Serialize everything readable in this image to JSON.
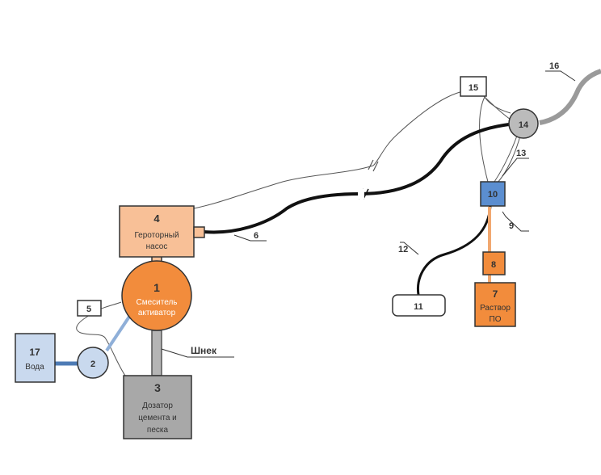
{
  "colors": {
    "orange": "#f28c3c",
    "light_orange": "#f8c097",
    "light_blue": "#c9d9ee",
    "blue": "#5b8ed0",
    "gray": "#bbbbbb",
    "dark_gray": "#a8a8a8",
    "pipe_blue": "#4d7bb5"
  },
  "nodes": {
    "n1": {
      "num": "1",
      "line1": "Смеситель",
      "line2": "активатор"
    },
    "n2": {
      "num": "2"
    },
    "n3": {
      "num": "3",
      "line1": "Дозатор",
      "line2": "цемента и",
      "line3": "песка"
    },
    "n4": {
      "num": "4",
      "line1": "Героторный",
      "line2": "насос"
    },
    "n5": {
      "num": "5"
    },
    "n7": {
      "num": "7",
      "line1": "Раствор",
      "line2": "ПО"
    },
    "n8": {
      "num": "8"
    },
    "n10": {
      "num": "10"
    },
    "n11": {
      "num": "11"
    },
    "n14": {
      "num": "14"
    },
    "n15": {
      "num": "15"
    },
    "n17": {
      "num": "17",
      "line1": "Вода"
    }
  },
  "labels": {
    "l6": "6",
    "l9": "9",
    "l12": "12",
    "l13": "13",
    "l16": "16",
    "auger": "Шнек"
  }
}
